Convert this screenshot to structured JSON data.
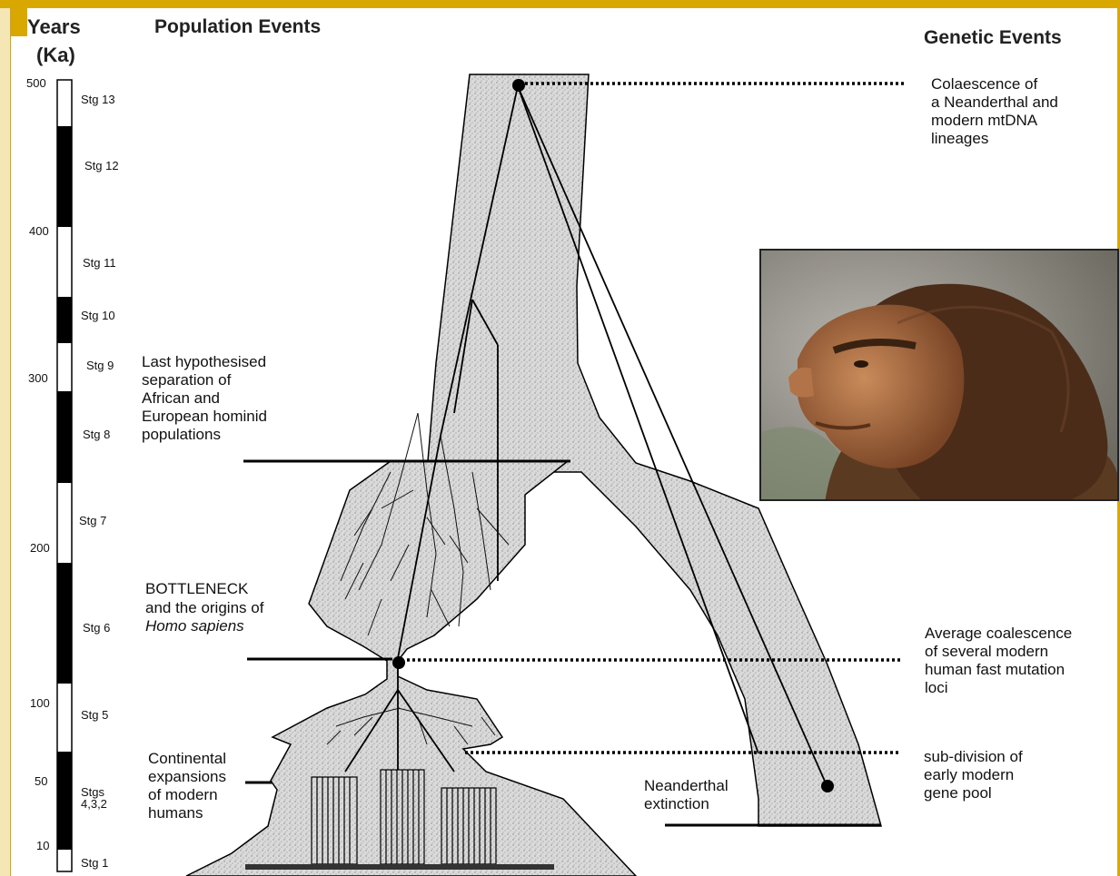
{
  "headers": {
    "years_line1": "Years",
    "years_line2": "(Ka)",
    "population_events": "Population Events",
    "genetic_events": "Genetic Events"
  },
  "timescale": {
    "ticks": [
      "500",
      "400",
      "300",
      "200",
      "100",
      "50",
      "10"
    ],
    "stages": [
      "Stg 13",
      "Stg 12",
      "Stg 11",
      "Stg 10",
      "Stg 9",
      "Stg 8",
      "Stg 7",
      "Stg 6",
      "Stg 5",
      "Stgs\n4,3,2",
      "Stg 1"
    ]
  },
  "population_events": {
    "separation": "Last hypothesised\nseparation of\nAfrican and\nEuropean hominid\npopulations",
    "bottleneck_line1": "BOTTLENECK",
    "bottleneck_line2": "and the origins of",
    "bottleneck_line3": "Homo sapiens",
    "expansions": "Continental\nexpansions\nof modern\nhumans",
    "neanderthal_extinction": "Neanderthal\nextinction"
  },
  "genetic_events": {
    "coalescence_mtdna": "Colaescence of\na Neanderthal and\nmodern mtDNA\nlineages",
    "avg_coalescence": "Average coalescence\nof several modern\nhuman fast mutation\nloci",
    "subdivision": "sub-division of\nearly modern\ngene pool"
  },
  "photo": {
    "subject": "neanderthal-portrait"
  }
}
